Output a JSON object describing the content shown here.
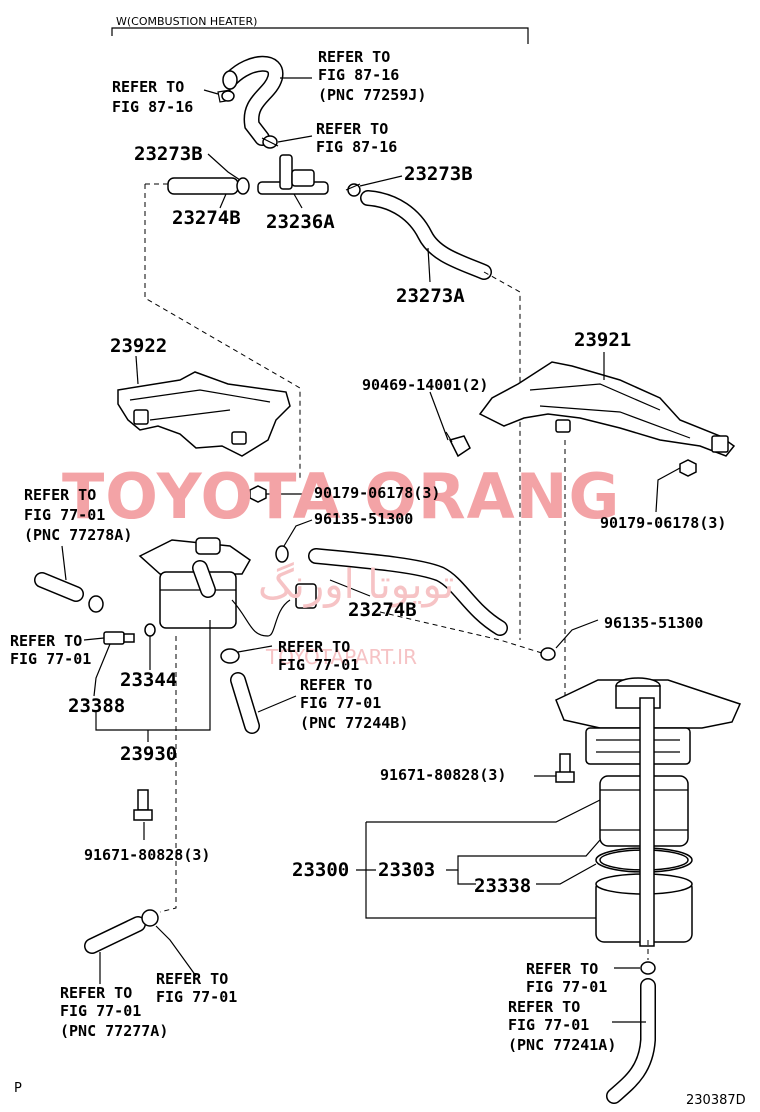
{
  "header": {
    "group_label": "W(COMBUSTION HEATER)"
  },
  "watermark": {
    "brand": "TOYOTA ORANG",
    "site": "TOYOTAPART.IR",
    "arabic": "تويوتا اورنگ"
  },
  "parts": {
    "p23273B_a": "23273B",
    "p23274B_a": "23274B",
    "p23236A": "23236A",
    "p23273B_b": "23273B",
    "p23273A": "23273A",
    "p23922": "23922",
    "p23921": "23921",
    "p90469": "90469-14001(2)",
    "p90179_a": "90179-06178(3)",
    "p90179_b": "90179-06178(3)",
    "p96135_a": "96135-51300",
    "p96135_b": "96135-51300",
    "p23274B_b": "23274B",
    "p23344": "23344",
    "p23388": "23388",
    "p23930": "23930",
    "p91671_a": "91671-80828(3)",
    "p91671_b": "91671-80828(3)",
    "p23300": "23300",
    "p23303": "23303",
    "p23338": "23338"
  },
  "refs": {
    "r1_l1": "REFER TO",
    "r1_l2": "FIG 87-16",
    "r1_l3": "(PNC 77259J)",
    "r2_l1": "REFER TO",
    "r2_l2": "FIG 87-16",
    "r3_l1": "REFER TO",
    "r3_l2": "FIG 87-16",
    "r4_l1": "REFER TO",
    "r4_l2": "FIG 77-01",
    "r4_l3": "(PNC 77278A)",
    "r5_l1": "REFER TO",
    "r5_l2": "FIG 77-01",
    "r6_l1": "REFER TO",
    "r6_l2": "FIG 77-01",
    "r7_l1": "REFER TO",
    "r7_l2": "FIG 77-01",
    "r7_l3": "(PNC 77244B)",
    "r8_l1": "REFER TO",
    "r8_l2": "FIG 77-01",
    "r8_l3": "(PNC 77277A)",
    "r9_l1": "REFER TO",
    "r9_l2": "FIG 77-01",
    "r10_l1": "REFER TO",
    "r10_l2": "FIG 77-01",
    "r11_l1": "REFER TO",
    "r11_l2": "FIG 77-01",
    "r11_l3": "(PNC 77241A)"
  },
  "footer": {
    "left_code": "P",
    "diagram_id": "230387D"
  }
}
